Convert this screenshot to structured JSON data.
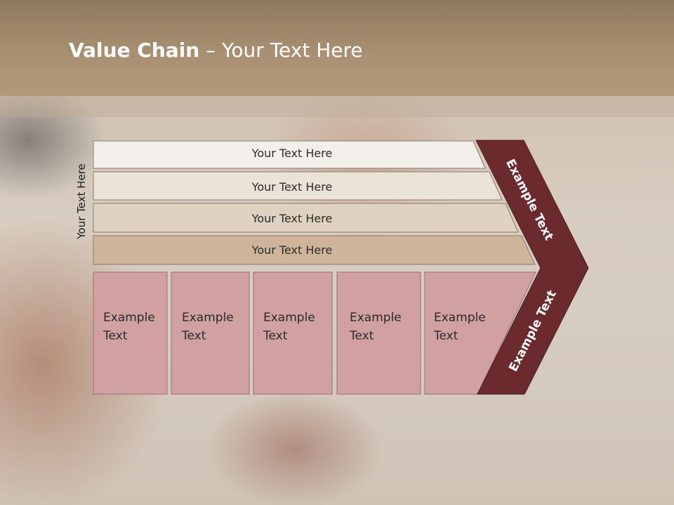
{
  "title": {
    "bold": "Value Chain",
    "rest": " – Your Text Here"
  },
  "side_label": "Your Text Here",
  "support_bars": [
    {
      "label": "Your Text Here",
      "color": "#f3f0ec"
    },
    {
      "label": "Your Text Here",
      "color": "#ebe3d8"
    },
    {
      "label": "Your Text Here",
      "color": "#dfd2c0"
    },
    {
      "label": "Your Text Here",
      "color": "#cdb49a"
    }
  ],
  "primary_boxes": [
    {
      "label": "Example\nText"
    },
    {
      "label": "Example\nText"
    },
    {
      "label": "Example\nText"
    },
    {
      "label": "Example\nText"
    },
    {
      "label": "Example\nText"
    }
  ],
  "chevron_labels": {
    "upper": "Example Text",
    "lower": "Example Text"
  },
  "colors": {
    "header": "#a88f71",
    "box_fill": "#d1a0a0",
    "chevron_fill": "#6b2b2e"
  }
}
